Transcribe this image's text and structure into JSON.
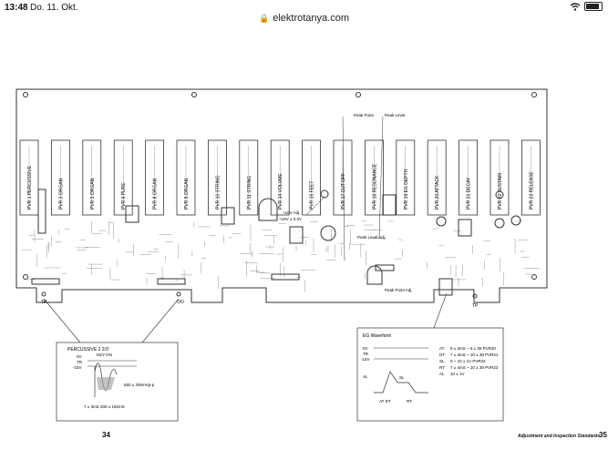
{
  "status_bar": {
    "time": "13:48",
    "date": "Do. 11. Okt.",
    "url": "elektrotanya.com",
    "icons": [
      "lock-icon",
      "wifi-icon",
      "battery-icon"
    ]
  },
  "schematic": {
    "slider_labels": [
      "PVR 1 PERCUSSIVE",
      "PVR 3 ORGAN",
      "PVR 5 ORGAN",
      "PVR 6 PURE",
      "PVR 8 ORGAN",
      "PVR 9 ORGAN",
      "PVR 10 STRING",
      "PVR 11 STRING",
      "PVR 14 VOLUME",
      "PVR 15 FEET",
      "PVR 17 CUT OFF",
      "PVR 18 RESONANCE",
      "PVR 19 EG DEPTH",
      "PVR 20 ATTACK",
      "PVR 21 DECAY",
      "PVR 22 SUSTAIN",
      "PVR 23 RELEASE"
    ],
    "peak_point": "Peak Point",
    "peak_level": "Peak Level",
    "adj_plus10v": "+10V Adj.",
    "plus10v_val": "+10V ± 0.3V",
    "peak_level_adj": "Peak Level Adj.",
    "peak_point_adj": "Peak Point Adj.",
    "tp_left": "TP",
    "tp_middle": "OO",
    "tp_right": "TP"
  },
  "percussive_box": {
    "title": "PERCUSSIVE 2 2/3'",
    "lines": [
      "0V",
      "TR",
      "-15V"
    ],
    "key_on": "KEY-ON",
    "amplitude": "650 ± 250mVp-p",
    "times": "7 ± 3mS    200 ± 150mS"
  },
  "eg_box": {
    "title": "EG Waveform",
    "axis_labels": [
      "0V",
      "TR",
      "-15V"
    ],
    "al_label": "AL",
    "sl_label": "SL",
    "at_label": "AT DT",
    "rt_label": "RT",
    "specs": [
      {
        "key": "AT",
        "value": "5 ± 3mS ~ 5 ± 35 PVR20"
      },
      {
        "key": "DT",
        "value": "7 ± 4mS ~ 10 ± 38 PVR21"
      },
      {
        "key": "SL",
        "value": "0 ~ 10 ± 1V PVR22"
      },
      {
        "key": "RT",
        "value": "7 ± 4mS ~ 10 ± 39 PVR23"
      },
      {
        "key": "AL",
        "value": "10 ± 1V"
      }
    ]
  },
  "footer": {
    "page_left": "34",
    "title": "Adjustment and Inspection Standards",
    "page_right": "35"
  }
}
